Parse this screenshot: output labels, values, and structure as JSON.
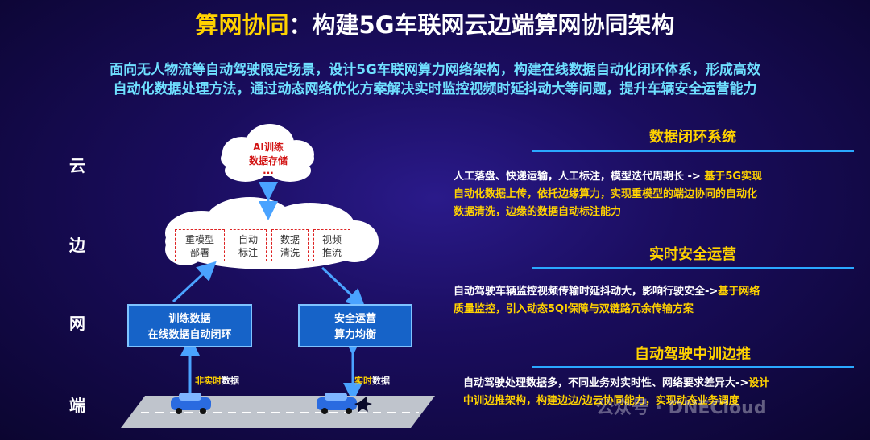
{
  "title": {
    "highlight": "算网协同",
    "rest": "：构建5G车联网云边端算网协同架构"
  },
  "subtitle": {
    "line1": "面向无人物流等自动驾驶限定场景，设计5G车联网算力网络架构，构建在线数据自动化闭环体系，形成高效",
    "line2": "自动化数据处理方法，通过动态网络优化方案解决实时监控视频时延抖动大等问题，提升车辆安全运营能力"
  },
  "layers": {
    "cloud": "云",
    "edge": "边",
    "network": "网",
    "terminal": "端"
  },
  "cloud_node": {
    "line1": "AI训练",
    "line2": "数据存储",
    "line3": "···"
  },
  "edge_boxes": [
    {
      "l1": "重模型",
      "l2": "部署"
    },
    {
      "l1": "自动",
      "l2": "标注"
    },
    {
      "l1": "数据",
      "l2": "清洗"
    },
    {
      "l1": "视频",
      "l2": "推流"
    }
  ],
  "net_boxes": [
    {
      "l1": "训练数据",
      "l2": "在线数据自动闭环"
    },
    {
      "l1": "安全运营",
      "l2": "算力均衡"
    }
  ],
  "data_labels": {
    "non_realtime_a": "非实时",
    "non_realtime_b": "数据",
    "realtime_a": "实时",
    "realtime_b": "数据"
  },
  "sections": [
    {
      "title": "数据闭环系统",
      "w1": "人工落盘、快递运输，人工标注，模型迭代周期长 -> ",
      "y1": "基于5G实现",
      "y2": "自动化数据上传，依托边缘算力，实现重模型的端边协同的自动化",
      "y3": "数据清洗，边缘的数据自动标注能力"
    },
    {
      "title": "实时安全运营",
      "w1": "自动驾驶车辆监控视频传输时延抖动大，影响行驶安全->",
      "y1": "基于网络",
      "y2": "质量监控，引入动态5QI保障与双链路冗余传输方案"
    },
    {
      "title": "自动驾驶中训边推",
      "w1": "自动驾驶处理数据多，不同业务对实时性、网络要求差异大->",
      "y1": "设计",
      "y2": "中训边推架构，构建边边/边云协同能力，实现动态业务调度"
    }
  ],
  "watermark": "公众号 · DNECloud",
  "colors": {
    "accent_yellow": "#ffd200",
    "accent_cyan": "#6fe0ff",
    "box_blue": "#1663c8",
    "cloud_red": "#d21414"
  }
}
